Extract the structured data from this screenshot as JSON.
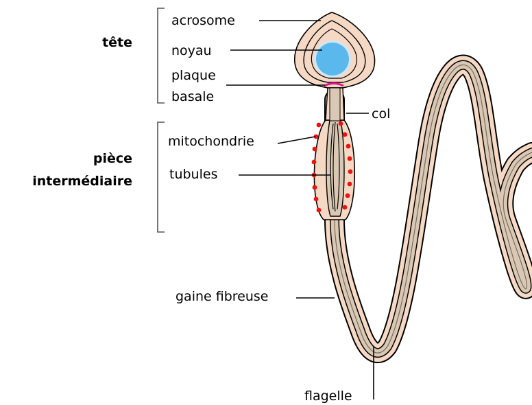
{
  "sections": {
    "tete": "tête",
    "piece_line1": "pièce",
    "piece_line2": "intermédiaire"
  },
  "labels": {
    "acrosome": "acrosome",
    "noyau": "noyau",
    "plaque": "plaque",
    "basale": "basale",
    "col": "col",
    "mitochondrie": "mitochondrie",
    "tubules": "tubules",
    "gaine_fibreuse": "gaine fibreuse",
    "flagelle": "flagelle"
  },
  "colors": {
    "body_fill": "#f5d9c4",
    "outline": "#000000",
    "tail_inner": "#d9c8b4",
    "nucleus": "#5bb8ec",
    "nucleus_rim": "#cfe6f5",
    "mitochondria": "#ee1111",
    "basal_plate": "#e8128c"
  }
}
